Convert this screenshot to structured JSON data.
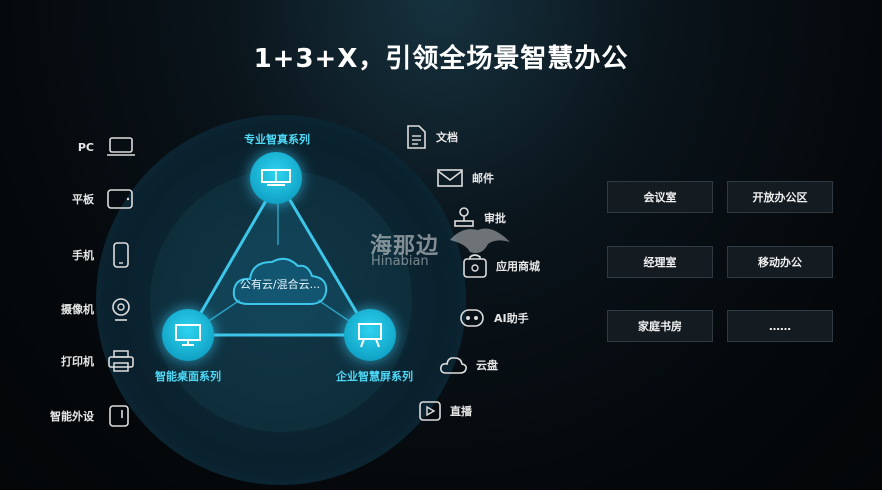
{
  "title": "1+3+X，引领全场景智慧办公",
  "nodes": {
    "top": "专业智真系列",
    "left": "智能桌面系列",
    "right": "企业智慧屏系列"
  },
  "cloud": "公有云/混合云...",
  "devices": [
    {
      "label": "PC",
      "icon": "laptop-icon"
    },
    {
      "label": "平板",
      "icon": "tablet-icon"
    },
    {
      "label": "手机",
      "icon": "phone-icon"
    },
    {
      "label": "摄像机",
      "icon": "camera-icon"
    },
    {
      "label": "打印机",
      "icon": "printer-icon"
    },
    {
      "label": "智能外设",
      "icon": "peripheral-icon"
    }
  ],
  "apps": [
    {
      "label": "文档",
      "icon": "document-icon"
    },
    {
      "label": "邮件",
      "icon": "mail-icon"
    },
    {
      "label": "审批",
      "icon": "stamp-icon"
    },
    {
      "label": "应用商城",
      "icon": "app-store-icon"
    },
    {
      "label": "AI助手",
      "icon": "robot-icon"
    },
    {
      "label": "云盘",
      "icon": "cloud-drive-icon"
    },
    {
      "label": "直播",
      "icon": "live-play-icon"
    }
  ],
  "scenes": [
    "会议室",
    "开放办公区",
    "经理室",
    "移动办公",
    "家庭书房",
    "……"
  ],
  "watermark": {
    "main": "海那边",
    "sub": "Hinabian"
  },
  "colors": {
    "accent": "#2fd3ef",
    "label": "#4fd8f5"
  }
}
